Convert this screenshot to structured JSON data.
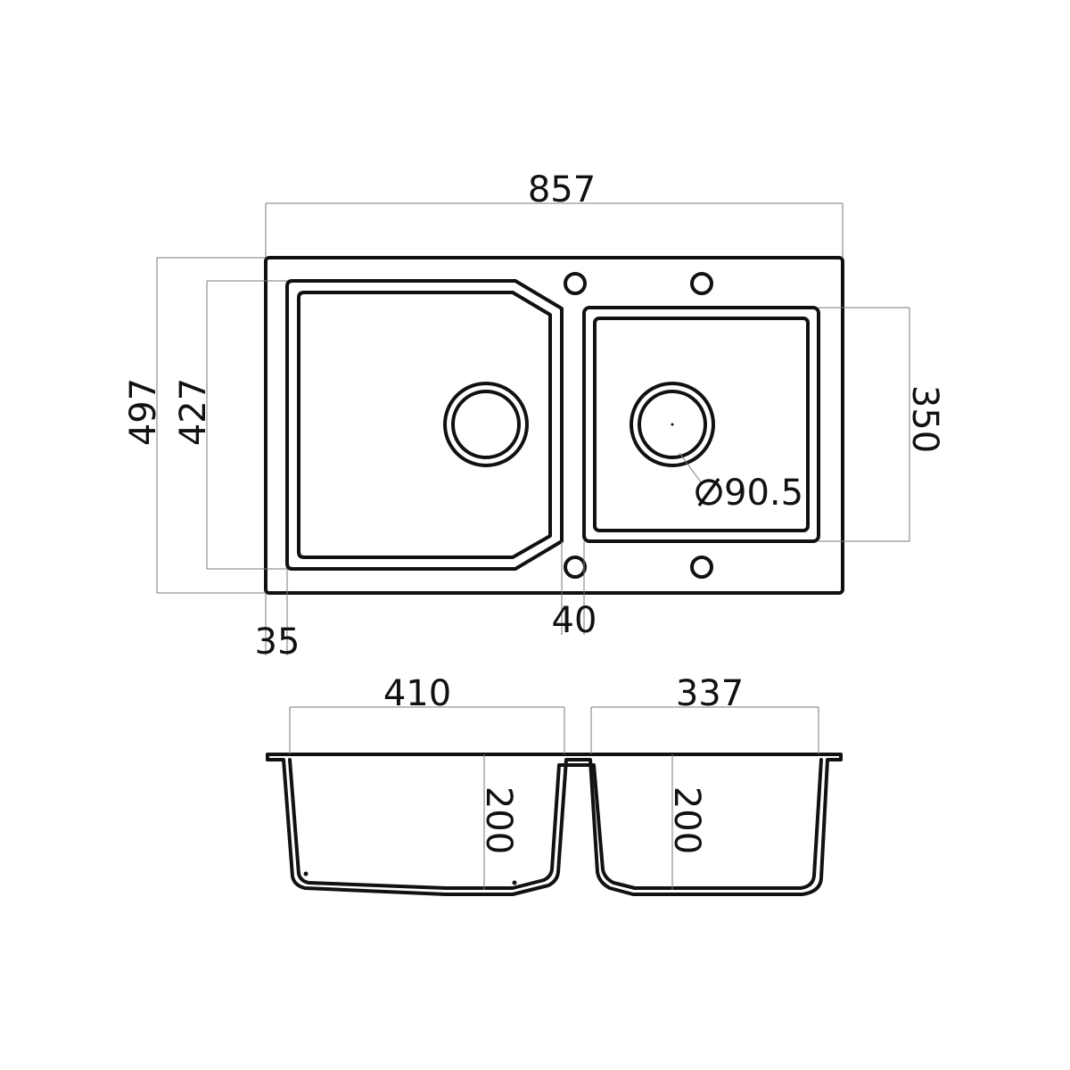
{
  "drawing": {
    "top_view": {
      "overall_width": "857",
      "overall_depth": "497",
      "bowl_depth_large": "427",
      "bowl_depth_small": "350",
      "edge_offset": "35",
      "divider_width": "40",
      "drain_diameter_symbol": "∅",
      "drain_diameter": "90.5"
    },
    "section_view": {
      "large_bowl_width": "410",
      "small_bowl_width": "337",
      "large_bowl_height": "200",
      "small_bowl_height": "200"
    }
  }
}
